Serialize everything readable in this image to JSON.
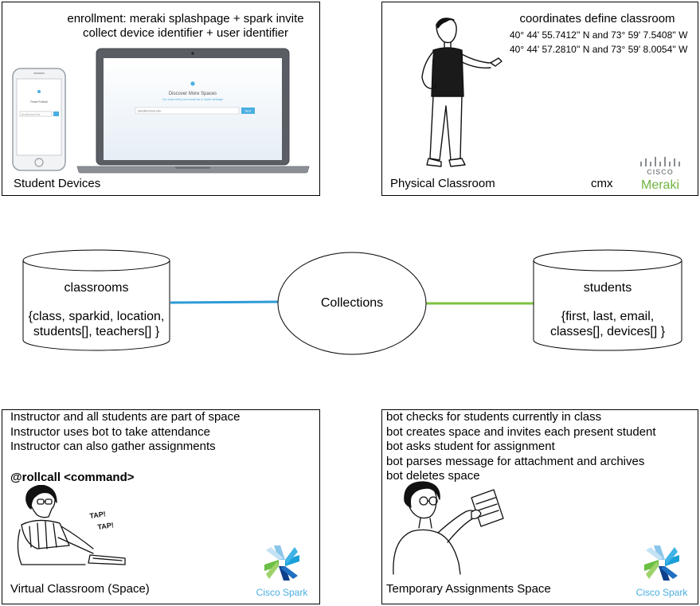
{
  "student_devices": {
    "enrollment_line1": "enrollment: meraki splashpage + spark invite",
    "enrollment_line2": "collect device identifier + user identifier",
    "label": "Student Devices",
    "laptop_screen_title": "Discover More Spaces",
    "laptop_screen_subtitle": "You must verify your email via a Spark message",
    "laptop_input_value": "jdoe@school.edu",
    "laptop_button": "Next",
    "phone_screen_title": "Rosie Rollcall",
    "phone_input_value": "jdoe@school.edu"
  },
  "physical_classroom": {
    "title": "coordinates define classroom",
    "coord1": "40° 44' 55.7412'' N and 73° 59' 7.5408'' W",
    "coord2": "40° 44' 57.2810'' N and 73° 59' 8.0054'' W",
    "label": "Physical Classroom",
    "cmx": "cmx",
    "logo_cisco": "CISCO",
    "logo_meraki": "Meraki"
  },
  "collections": {
    "center_label": "Collections",
    "classrooms": {
      "title": "classrooms",
      "fields_line1": "{class, sparkid, location,",
      "fields_line2": "students[], teachers[] }"
    },
    "students": {
      "title": "students",
      "fields_line1": "{first, last, email,",
      "fields_line2": "classes[], devices[] }"
    }
  },
  "virtual_classroom": {
    "lines": [
      "Instructor and all students are part of space",
      "Instructor uses bot to take attendance",
      "Instructor can also gather assignments"
    ],
    "command": "@rollcall <command>",
    "tap1": "TAP!",
    "tap2": "TAP!",
    "label": "Virtual Classroom (Space)",
    "logo": "Cisco Spark"
  },
  "temporary_space": {
    "lines": [
      "bot checks for students currently in class",
      "bot creates space and invites each present student",
      "bot asks student for assignment",
      "bot parses message for attachment and archives",
      "bot deletes space"
    ],
    "label": "Temporary Assignments Space",
    "logo": "Cisco Spark"
  },
  "colors": {
    "link_left": "#2e9bd6",
    "link_right": "#7dc242",
    "meraki_green": "#6fb43f",
    "spark_blue": "#4aaee0"
  }
}
